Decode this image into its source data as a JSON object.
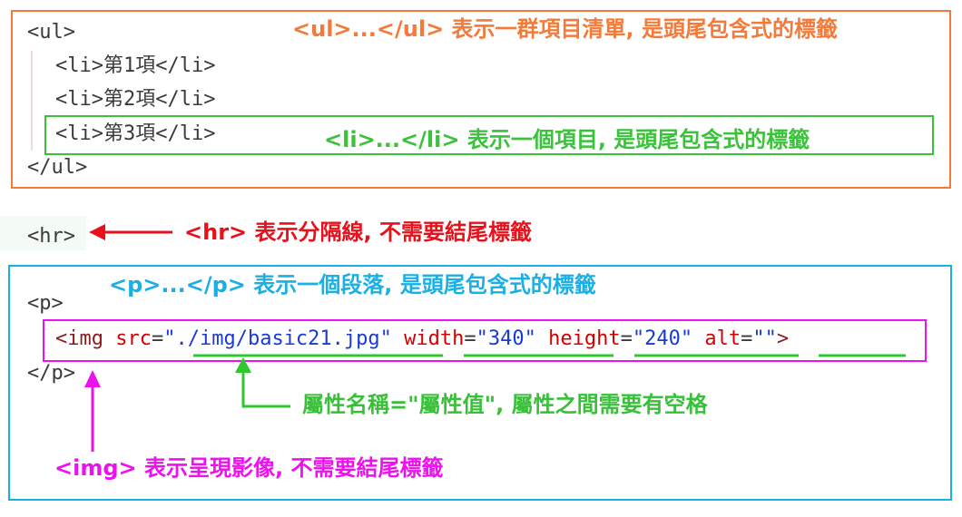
{
  "colors": {
    "ul_box": "#f47a3a",
    "li_box": "#3ac23a",
    "hr_note": "#e8101a",
    "p_box": "#1ab0e6",
    "img_box": "#ee10ee",
    "attr_note": "#38c038",
    "tag": "#8b1a1a",
    "attr": "#d40000",
    "val": "#1a3ad6"
  },
  "ul_section": {
    "open": "<ul>",
    "items": [
      {
        "open": "<li>",
        "text": "第1項",
        "close": "</li>"
      },
      {
        "open": "<li>",
        "text": "第2項",
        "close": "</li>"
      },
      {
        "open": "<li>",
        "text": "第3項",
        "close": "</li>"
      }
    ],
    "close": "</ul>",
    "ul_note": "<ul>...</ul> 表示一群項目清單, 是頭尾包含式的標籤",
    "li_note": "<li>...</li> 表示一個項目, 是頭尾包含式的標籤"
  },
  "hr_section": {
    "tag": "<hr>",
    "note": "<hr> 表示分隔線, 不需要結尾標籤"
  },
  "p_section": {
    "open": "<p>",
    "close": "</p>",
    "p_note": "<p>...</p> 表示一個段落, 是頭尾包含式的標籤",
    "img_line": {
      "open": "<img",
      "src_attr": "src",
      "src_val": "\"./img/basic21.jpg\"",
      "width_attr": "width",
      "width_val": "\"340\"",
      "height_attr": "height",
      "height_val": "\"240\"",
      "alt_attr": "alt",
      "alt_val": "\"\"",
      "close": ">"
    },
    "attr_note": "屬性名稱=\"屬性值\", 屬性之間需要有空格",
    "img_note": "<img> 表示呈現影像, 不需要結尾標籤"
  }
}
